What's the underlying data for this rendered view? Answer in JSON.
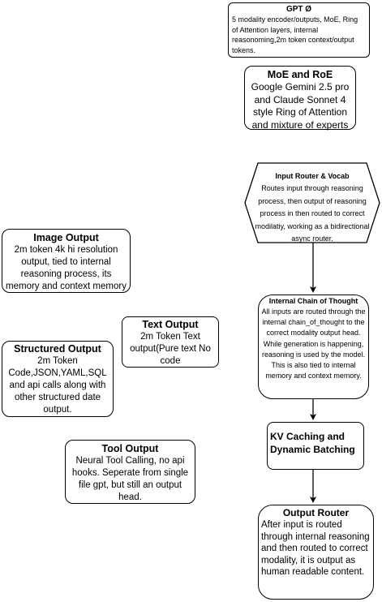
{
  "nodes": {
    "gpt": {
      "title": "GPT Ø",
      "body": "5 modality encoder/outputs, MoE, Ring of Attention layers, internal reasonoming,2m token context/output tokens."
    },
    "moe": {
      "title": "MoE and RoE",
      "body": "Google Gemini 2.5 pro and Claude Sonnet 4 style Ring of Attention and mixture of experts"
    },
    "input_router": {
      "title": "Input Router & Vocab",
      "body": "Routes input through reasoning process, then output of reasoning process in then routed to correct modilatiy, working as a bidirectional async router."
    },
    "image_output": {
      "title": "Image Output",
      "body": "2m token 4k hi resolution output, tied to internal reasoning process, its memory and context memory"
    },
    "text_output": {
      "title": "Text Output",
      "body": "2m Token Text output(Pure text No code"
    },
    "structured_output": {
      "title": "Structured Output",
      "body": "2m Token Code,JSON,YAML,SQL and api calls along with other structured date output."
    },
    "tool_output": {
      "title": "Tool Output",
      "body": "Neural Tool Calling, no api hooks. Seperate from single file gpt, but still an output head."
    },
    "chain_of_thought": {
      "title": "Internal Chain of Thought",
      "body": "All inputs are routed through the internal chain_of_thought to the correct modality output head. While generation is happening, reasoning is used by the model. This is also tied to internal memory and context memory."
    },
    "kv_caching": {
      "title": "KV Caching and Dynamic Batching"
    },
    "output_router": {
      "title": "Output Router",
      "body": "After input is routed through internal reasoning and then routed to correct modality, it is output as human readable content."
    }
  },
  "edges": [
    {
      "from": "input_router",
      "to": "chain_of_thought"
    },
    {
      "from": "chain_of_thought",
      "to": "kv_caching"
    },
    {
      "from": "kv_caching",
      "to": "output_router"
    }
  ],
  "colors": {
    "stroke": "#000000",
    "fill": "#ffffff",
    "text": "#000000"
  }
}
